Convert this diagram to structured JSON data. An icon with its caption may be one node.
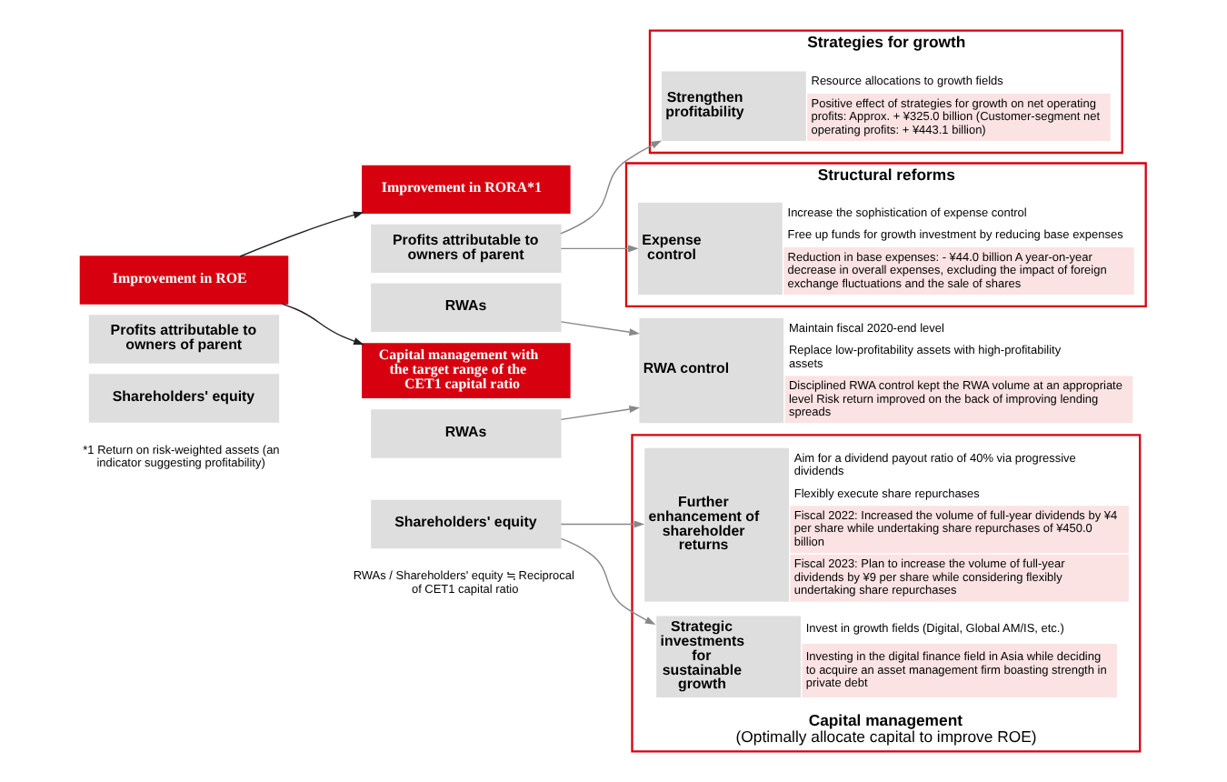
{
  "diagram": {
    "nodes": [
      {
        "text": [
          "Improvement in ROE"
        ]
      },
      {
        "text": [
          "Profits attributable to owners of parent"
        ]
      },
      {
        "text": [
          "Shareholders' equity"
        ]
      },
      {
        "text": [
          "Improvement in RORA*1"
        ]
      },
      {
        "text": [
          "Profits attributable to owners of parent"
        ]
      },
      {
        "text": [
          "RWAs"
        ]
      },
      {
        "text": [
          "Capital management with the target range of the CET1 capital ratio"
        ]
      },
      {
        "text": [
          "RWAs"
        ]
      },
      {
        "text": [
          "Shareholders' equity"
        ]
      },
      {
        "text": [
          "Strategies for growth"
        ]
      },
      {
        "text": [
          "Strengthen profitability",
          "Resource allocations to growth fields",
          "Positive effect of strategies for growth on net operating profits: Approx. + ¥325.0 billion (Customer-segment net operating profits: + ¥443.1 billion)"
        ],
        "in": 9
      },
      {
        "text": [
          "Structural reforms"
        ]
      },
      {
        "text": [
          "Expense control",
          "Increase the sophistication of expense control",
          "Free up funds for growth investment by reducing base expenses",
          "Reduction in base expenses: - ¥44.0 billion A year-on-year decrease in overall expenses, excluding the impact of foreign exchange fluctuations and the sale of shares"
        ],
        "in": 11
      },
      {
        "text": [
          "RWA control",
          "Maintain fiscal 2020-end level",
          "Replace low-profitability assets with high-profitability assets",
          "Disciplined RWA control kept the RWA volume at an appropriate level Risk return improved on the back of improving lending spreads"
        ]
      },
      {
        "text": [
          "Capital management",
          "(Optimally allocate capital to improve ROE)"
        ]
      },
      {
        "text": [
          "Further enhancement of shareholder returns",
          "Aim for a dividend payout ratio of 40% via progressive dividends",
          "Flexibly execute share repurchases",
          "Fiscal 2022: Increased the volume of full-year dividends by ¥4 per share while undertaking share repurchases of ¥450.0 billion",
          "Fiscal 2023: Plan to increase the volume of full-year dividends by ¥9 per share while considering flexibly undertaking share repurchases"
        ],
        "in": 14
      },
      {
        "text": [
          "Strategic investments for sustainable growth",
          "Invest in growth fields (Digital, Global AM/IS, etc.)",
          "Investing in the digital finance field in Asia while deciding to acquire an asset management firm boasting strength in private debt"
        ],
        "in": 14
      }
    ],
    "edges": [
      {
        "from": 0,
        "to": 3,
        "arrow": "to",
        "color": "#222222"
      },
      {
        "from": 0,
        "to": 6,
        "arrow": "to",
        "color": "#222222"
      },
      {
        "from": 4,
        "to": 10,
        "arrow": "to"
      },
      {
        "from": 4,
        "to": 12,
        "arrow": "to"
      },
      {
        "from": 5,
        "to": 13,
        "arrow": "to"
      },
      {
        "from": 7,
        "to": 13,
        "arrow": "to"
      },
      {
        "from": 8,
        "to": 15,
        "arrow": "to"
      },
      {
        "from": 8,
        "to": 16,
        "arrow": "to"
      }
    ],
    "labels": [
      "RWAs / Shareholders' equity ≒ Reciprocal of CET1 capital ratio",
      "*1 Return on risk-weighted assets (an indicator suggesting profitability)"
    ]
  }
}
